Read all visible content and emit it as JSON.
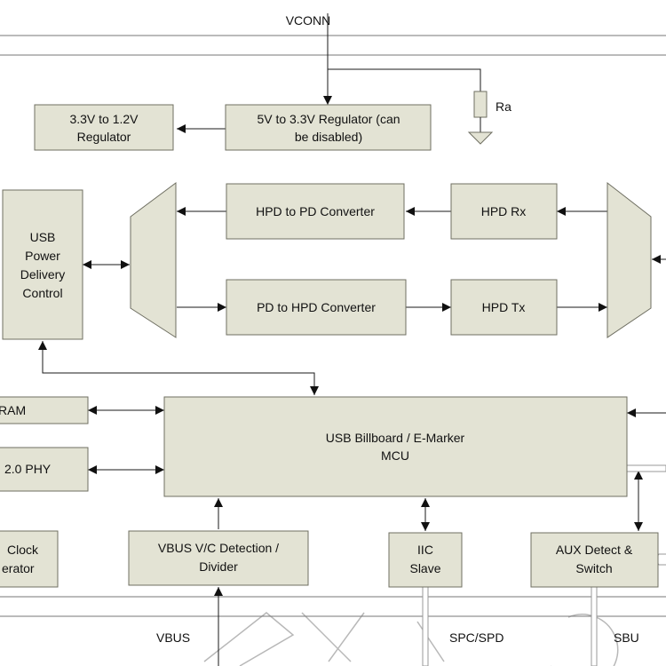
{
  "signals": {
    "vconn": "VCONN",
    "ra": "Ra",
    "vbus": "VBUS",
    "spc_spd": "SPC/SPD",
    "sbu": "SBU"
  },
  "blocks": {
    "reg_33_12": [
      "3.3V to 1.2V",
      "Regulator"
    ],
    "reg_5_33": [
      "5V to 3.3V Regulator (can",
      "be disabled)"
    ],
    "usb_pd": [
      "USB",
      "Power",
      "Delivery",
      "Control"
    ],
    "hpd_to_pd": "HPD to PD Converter",
    "hpd_rx": "HPD Rx",
    "pd_to_hpd": "PD to HPD Converter",
    "hpd_tx": "HPD Tx",
    "ram": "RAM",
    "usb_phy": "2.0 PHY",
    "mcu": [
      "USB Billboard  / E-Marker",
      "MCU"
    ],
    "clock": [
      "Clock",
      "erator"
    ],
    "vbus_detect": [
      "VBUS V/C Detection /",
      "Divider"
    ],
    "iic": [
      "IIC",
      "Slave"
    ],
    "aux": [
      "AUX Detect &",
      "Switch"
    ]
  },
  "colors": {
    "block_fill": "#e3e3d4",
    "block_stroke": "#6f6f62",
    "wire": "#1a1a1a"
  }
}
